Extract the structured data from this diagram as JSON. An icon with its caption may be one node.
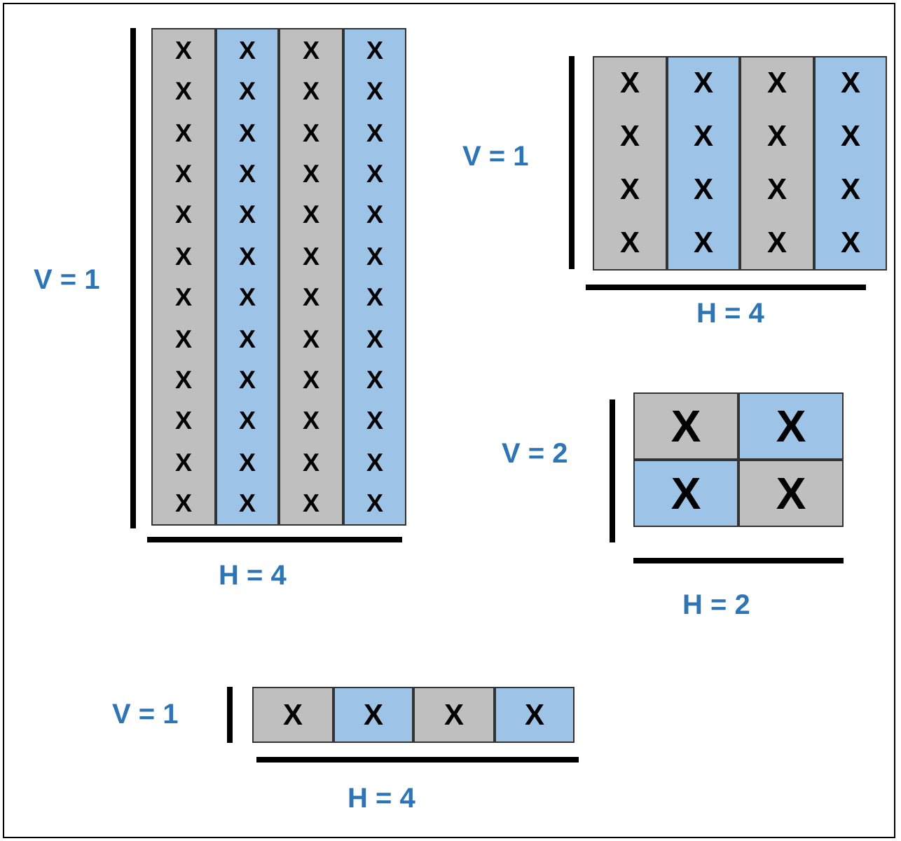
{
  "diagram": {
    "nodes": [
      {
        "text": [
          "X",
          "X",
          "X",
          "X",
          "X",
          "X",
          "X",
          "X",
          "X",
          "X",
          "X",
          "X"
        ]
      },
      {
        "text": [
          "X",
          "X",
          "X",
          "X",
          "X",
          "X",
          "X",
          "X",
          "X",
          "X",
          "X",
          "X"
        ]
      },
      {
        "text": [
          "X",
          "X",
          "X",
          "X",
          "X",
          "X",
          "X",
          "X",
          "X",
          "X",
          "X",
          "X"
        ]
      },
      {
        "text": [
          "X",
          "X",
          "X",
          "X",
          "X",
          "X",
          "X",
          "X",
          "X",
          "X",
          "X",
          "X"
        ]
      },
      {
        "text": [
          "X",
          "X",
          "X",
          "X"
        ]
      },
      {
        "text": [
          "X",
          "X",
          "X",
          "X"
        ]
      },
      {
        "text": [
          "X",
          "X",
          "X",
          "X"
        ]
      },
      {
        "text": [
          "X",
          "X",
          "X",
          "X"
        ]
      },
      {
        "text": [
          "X"
        ]
      },
      {
        "text": [
          "X"
        ]
      },
      {
        "text": [
          "X"
        ]
      },
      {
        "text": [
          "X"
        ]
      },
      {
        "text": [
          "X"
        ]
      },
      {
        "text": [
          "X"
        ]
      },
      {
        "text": [
          "X"
        ]
      },
      {
        "text": [
          "X"
        ]
      }
    ],
    "labels": [
      "V = 1",
      "H = 4",
      "V = 1",
      "H = 4",
      "V = 2",
      "H = 2",
      "V = 1",
      "H = 4"
    ]
  }
}
